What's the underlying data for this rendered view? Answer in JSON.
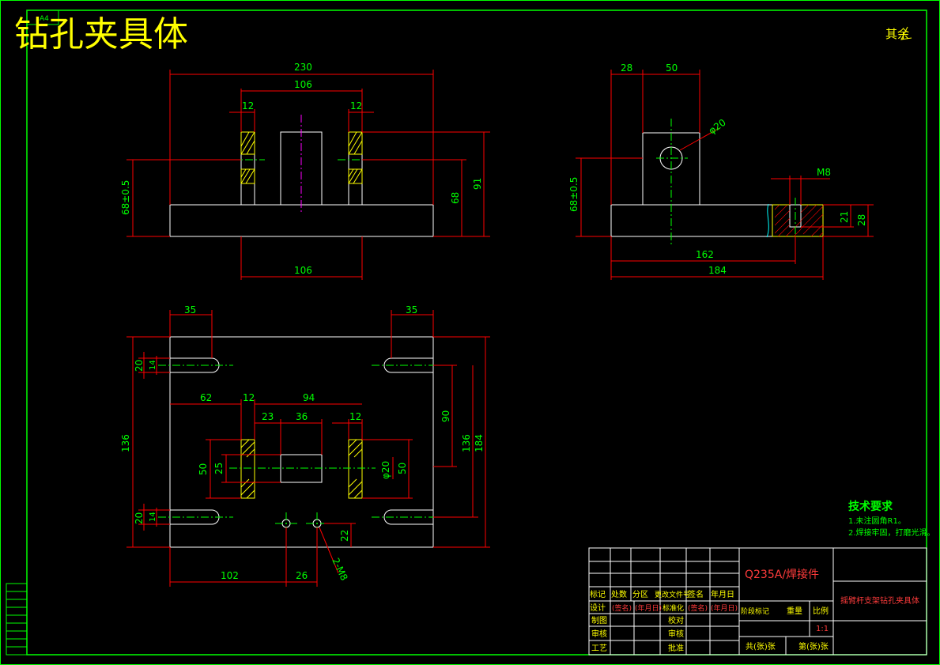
{
  "drawing": {
    "title": "钻孔夹具体",
    "corner_note": "其余",
    "corner_tag": "A4",
    "technical_requirements": {
      "heading": "技术要求",
      "items": [
        "1.未注圆角R1。",
        "2.焊接牢固，打磨光滑。"
      ]
    },
    "front_view": {
      "dims": {
        "overall_width": "230",
        "inner_width": "106",
        "slot_left": "12",
        "slot_right": "12",
        "height_total": "68±0.5",
        "height_mid": "68",
        "height_full": "91",
        "bottom_width": "106"
      }
    },
    "side_view": {
      "dims": {
        "left_offset": "28",
        "block_width": "50",
        "hole_dia": "φ20",
        "height": "68±0.5",
        "thread": "M8",
        "thread_depth": "21",
        "base_height": "28",
        "hole_pos": "162",
        "total_length": "184"
      }
    },
    "top_view": {
      "dims": {
        "slot_left": "35",
        "slot_right": "35",
        "slot_width_top": "20",
        "slot_inner_top": "14",
        "left_offset": "62",
        "lug_width": "12",
        "span": "94",
        "gap": "23",
        "block": "36",
        "lug_right": "12",
        "height_left": "136",
        "height_inner": "50",
        "half": "25",
        "hole_dia": "φ20",
        "right_inner": "50",
        "center_span": "90",
        "mid_height": "136",
        "total_height": "184",
        "slot_width_bot": "20",
        "slot_inner_bot": "14",
        "hole_offset": "22",
        "pos_x": "102",
        "pitch": "26",
        "thread_holes": "2-M8"
      }
    },
    "title_block": {
      "material": "Q235A/焊接件",
      "part_name": "摇臂杆支架钻孔夹具体",
      "header_row": [
        "标记",
        "处数",
        "分区",
        "更改文件号",
        "签名",
        "年月日"
      ],
      "design_row": [
        "设计",
        "(签名)",
        "(年月日)",
        "标准化",
        "(签名)",
        "(年月日)"
      ],
      "rows": [
        "制图",
        "审核",
        "工艺"
      ],
      "right_labels": [
        "校对",
        "审核",
        "批准"
      ],
      "stage_labels": [
        "阶段标记",
        "重量",
        "比例"
      ],
      "scale": "1:1",
      "sheet_total": "共(张)张",
      "sheet_no": "第(张)张"
    },
    "colors": {
      "outline": "#ffffff",
      "dimension": "#ff0000",
      "text": "#00ff00",
      "title": "#ffff00",
      "frame": "#00ff00",
      "centerline": "#ff00ff"
    }
  }
}
